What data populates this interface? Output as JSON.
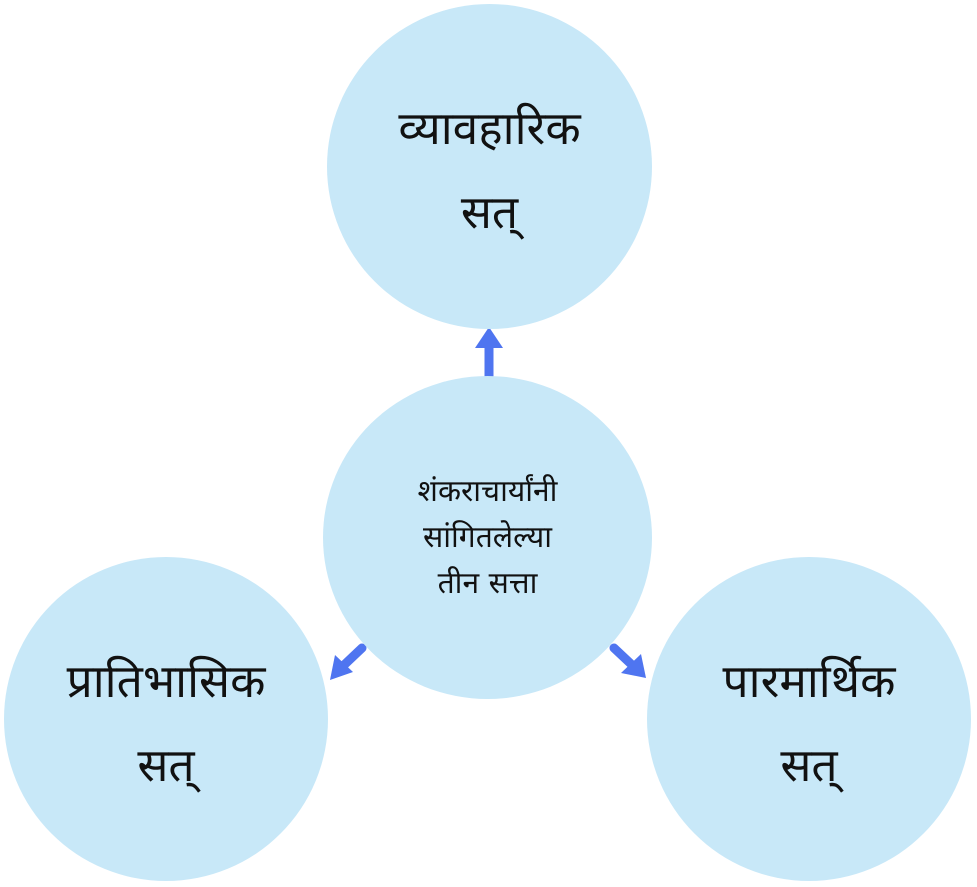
{
  "diagram": {
    "colors": {
      "node_fill": "#c8e8f8",
      "arrow": "#4f75f0",
      "text": "#111111"
    },
    "center": {
      "lines": [
        "शंकराचार्यांनी",
        "सांगितलेल्या",
        "तीन सत्ता"
      ]
    },
    "top": {
      "lines": [
        "व्यावहारिक",
        "सत्"
      ]
    },
    "left": {
      "lines": [
        "प्रातिभासिक",
        "सत्"
      ]
    },
    "right": {
      "lines": [
        "पारमार्थिक",
        "सत्"
      ]
    }
  }
}
